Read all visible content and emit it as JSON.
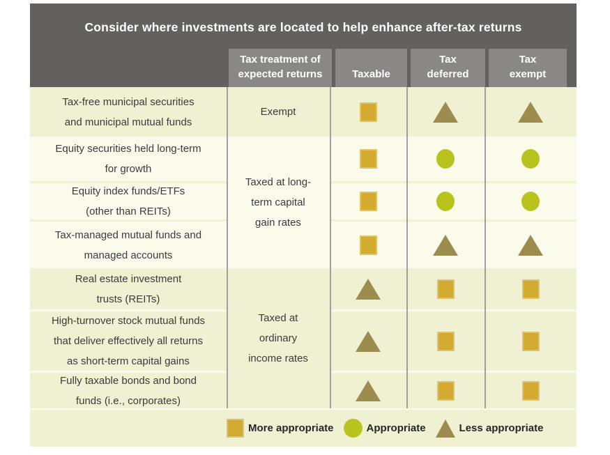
{
  "title": "Consider where investments are located to help enhance after-tax returns",
  "columns": {
    "treatment": "Tax treatment of\nexpected returns",
    "taxable": "Taxable",
    "deferred": "Tax\ndeferred",
    "exempt": "Tax\nexempt"
  },
  "groups": [
    {
      "treatment": "Exempt",
      "rows": [
        {
          "name": "Tax-free municipal securities\nand municipal mutual funds",
          "taxable": "square",
          "deferred": "triangle",
          "exempt": "triangle"
        }
      ]
    },
    {
      "treatment": "Taxed at long-\nterm capital\ngain rates",
      "rows": [
        {
          "name": "Equity securities held long-term\nfor growth",
          "taxable": "square",
          "deferred": "circle",
          "exempt": "circle"
        },
        {
          "name": "Equity index funds/ETFs\n(other than REITs)",
          "taxable": "square",
          "deferred": "circle",
          "exempt": "circle"
        },
        {
          "name": "Tax-managed mutual funds and\nmanaged accounts",
          "taxable": "square",
          "deferred": "triangle",
          "exempt": "triangle"
        }
      ]
    },
    {
      "treatment": "Taxed at\nordinary\nincome rates",
      "rows": [
        {
          "name": "Real estate investment\ntrusts (REITs)",
          "taxable": "triangle",
          "deferred": "square",
          "exempt": "square"
        },
        {
          "name": "High-turnover stock mutual funds\nthat deliver effectively all returns\nas short-term capital gains",
          "taxable": "triangle",
          "deferred": "square",
          "exempt": "square"
        },
        {
          "name": "Fully taxable bonds and bond\nfunds (i.e., corporates)",
          "taxable": "triangle",
          "deferred": "square",
          "exempt": "square"
        }
      ]
    }
  ],
  "legend": [
    {
      "symbol": "square",
      "label": "More appropriate"
    },
    {
      "symbol": "circle",
      "label": "Appropriate"
    },
    {
      "symbol": "triangle",
      "label": "Less appropriate"
    }
  ],
  "colors": {
    "banner": "#636060",
    "header_box": "#8a8787",
    "band_yellow": "#f0f1d2",
    "band_light": "#fbfbec",
    "square": "#d4ab31",
    "circle": "#b9c31d",
    "triangle": "#9c8c4e",
    "divider": "#a19f9f",
    "body_text": "#3b3b3b",
    "legend_text": "#262626",
    "header_text": "#ffffff"
  }
}
